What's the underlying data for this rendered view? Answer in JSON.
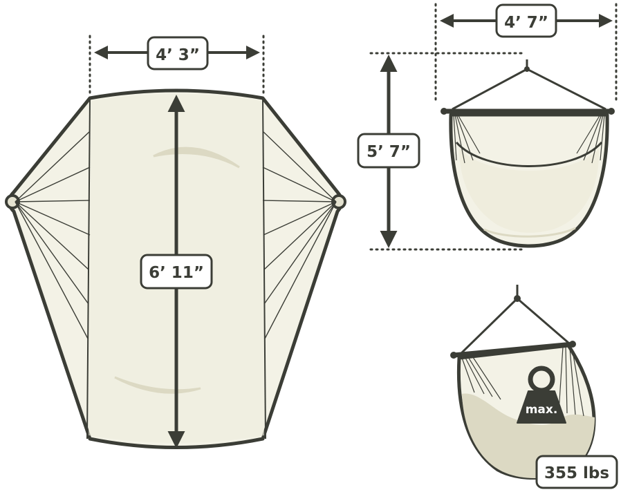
{
  "colors": {
    "outline": "#3b3d36",
    "fabric": "#f3f2e6",
    "fabric_shade": "#e4e2d0",
    "fabric_dark": "#dcd9c3",
    "label_bg": "#ffffff"
  },
  "dimensions": {
    "hammock_width": "4’ 3”",
    "hammock_length": "6’ 11”",
    "chair_width": "4’ 7”",
    "chair_height": "5’ 7”"
  },
  "load": {
    "weight_label": "max.",
    "capacity": "355 lbs"
  }
}
